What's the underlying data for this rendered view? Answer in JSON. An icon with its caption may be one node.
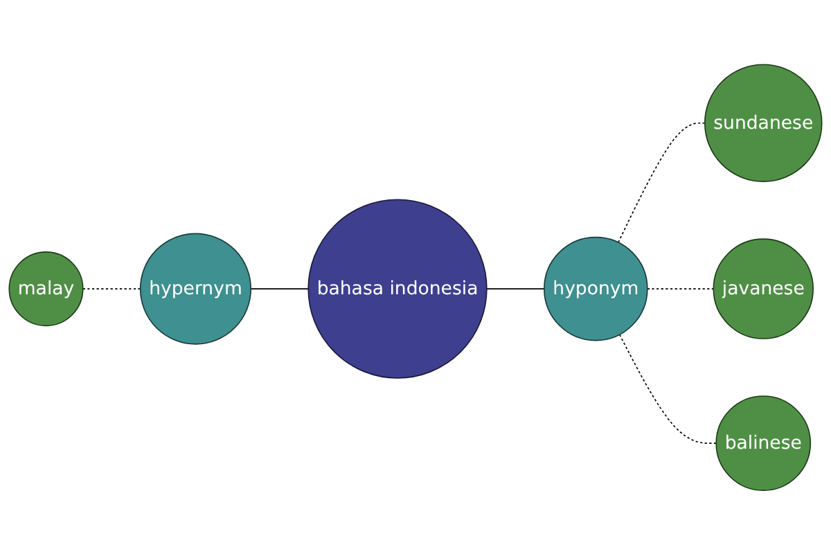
{
  "diagram": {
    "nodes": [
      {
        "text": [
          "malay"
        ]
      },
      {
        "text": [
          "hypernym"
        ]
      },
      {
        "text": [
          "bahasa indonesia"
        ]
      },
      {
        "text": [
          "hyponym"
        ]
      },
      {
        "text": [
          "sundanese"
        ]
      },
      {
        "text": [
          "javanese"
        ]
      },
      {
        "text": [
          "balinese"
        ]
      }
    ],
    "edges": [
      {
        "from": 0,
        "to": 1,
        "arrow": "none",
        "style": "dashed"
      },
      {
        "from": 1,
        "to": 2,
        "arrow": "none"
      },
      {
        "from": 2,
        "to": 3,
        "arrow": "none"
      },
      {
        "from": 3,
        "to": 4,
        "arrow": "none",
        "style": "dashed"
      },
      {
        "from": 3,
        "to": 5,
        "arrow": "none",
        "style": "dashed"
      },
      {
        "from": 3,
        "to": 6,
        "arrow": "none",
        "style": "dashed"
      }
    ]
  }
}
